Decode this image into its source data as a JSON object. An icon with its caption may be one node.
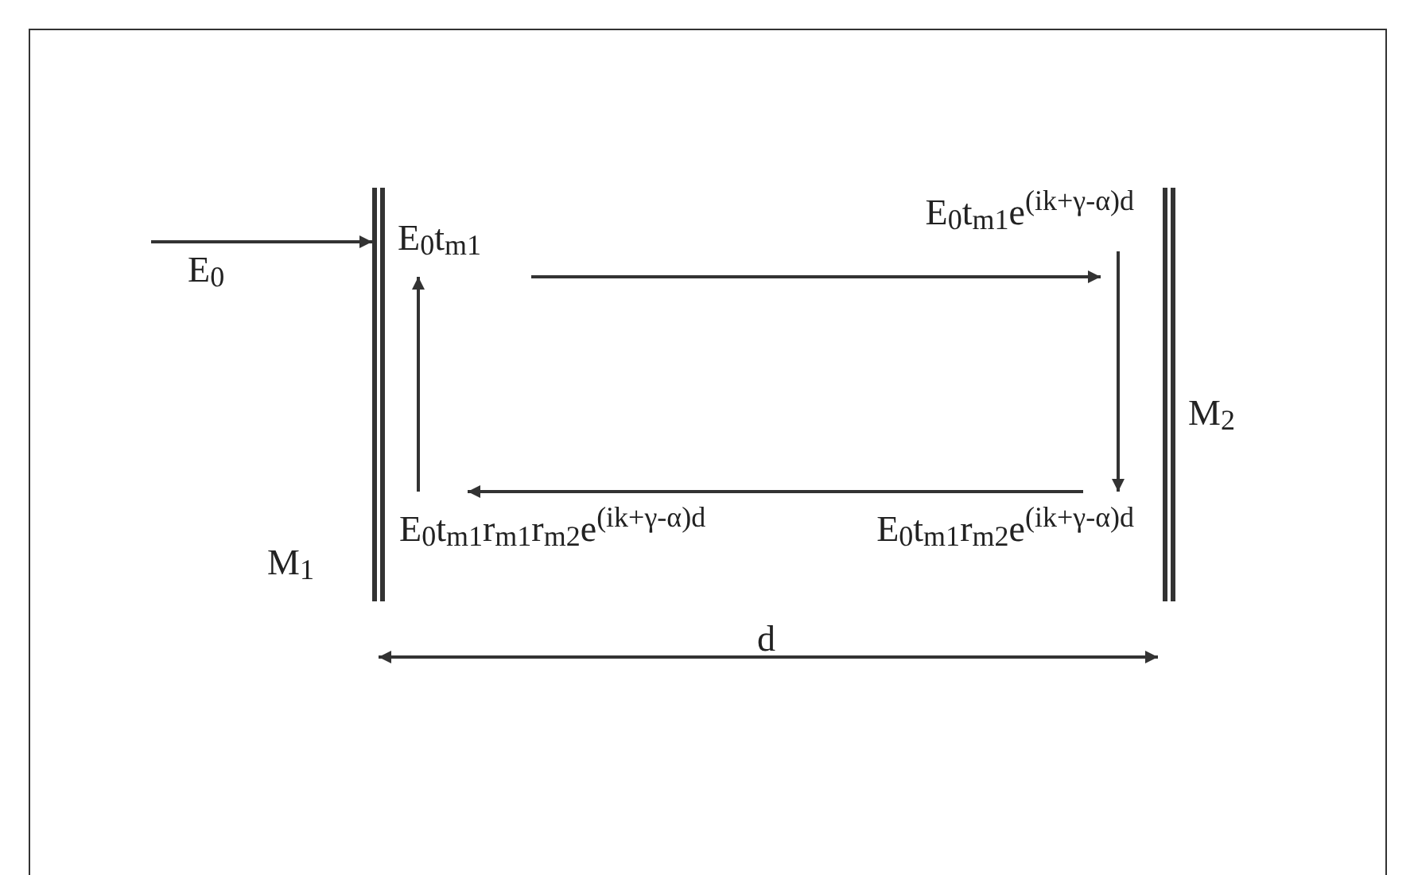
{
  "diagram": {
    "nodes": [
      {
        "text": [],
        "shape": "bar",
        "beside": [
          "M$_{1}$"
        ]
      },
      {
        "text": [],
        "shape": "bar",
        "beside": [
          "M$_{2}$"
        ]
      },
      {
        "text": [
          "E$_{0}$t$_{m1}$"
        ]
      },
      {
        "text": [
          "E$_{0}$t$_{m1}$e$^{(ik+γ-α)d}$"
        ]
      },
      {
        "text": [
          "E$_{0}$t$_{m1}$r$_{m2}$e$^{(ik+γ-α)d}$"
        ]
      },
      {
        "text": [
          "E$_{0}$t$_{m1}$r$_{m1}$r$_{m2}$e$^{(ik+γ-α)d}$"
        ]
      }
    ],
    "edges": [
      {
        "from": null,
        "to": 0,
        "arrow": "to",
        "label": "E$_{0}$"
      },
      {
        "from": 2,
        "to": 3,
        "arrow": "to"
      },
      {
        "from": 3,
        "to": 4,
        "arrow": "to"
      },
      {
        "from": 4,
        "to": 5,
        "arrow": "to"
      },
      {
        "from": 5,
        "to": 2,
        "arrow": "to"
      }
    ],
    "labels": [
      "d"
    ]
  }
}
